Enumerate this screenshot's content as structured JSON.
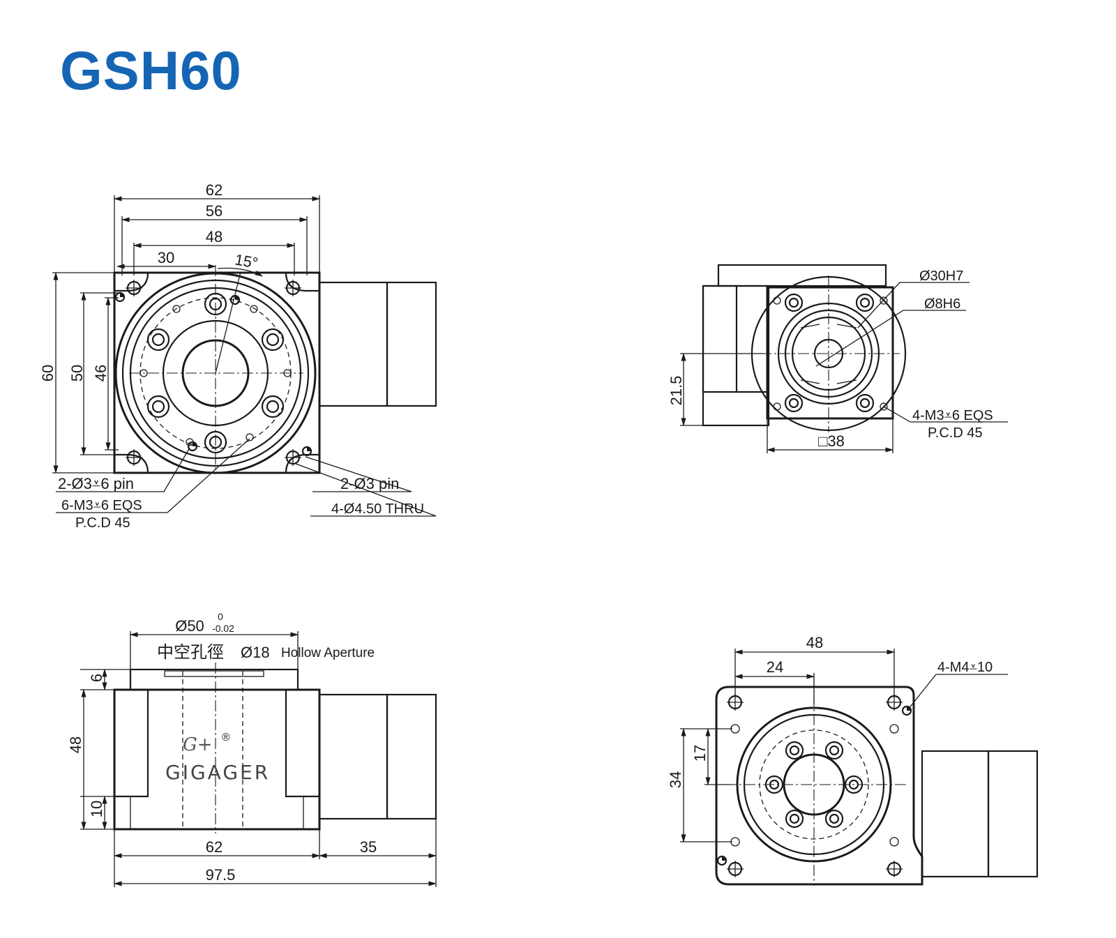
{
  "header": {
    "title": "GSH60",
    "title_color": "#1565b4"
  },
  "front_view": {
    "dims": {
      "w62": "62",
      "w56": "56",
      "w48": "48",
      "w30": "30",
      "angle": "15°",
      "h60": "60",
      "h50": "50",
      "h46": "46"
    },
    "callouts": {
      "pin_left": "2-Ø3⩡6 pin",
      "eqs": "6-M3⩡6 EQS",
      "pcd": "P.C.D 45",
      "pin_right": "2-Ø3 pin",
      "thru": "4-Ø4.50 THRU"
    }
  },
  "rear_view": {
    "dims": {
      "bore": "Ø30H7",
      "shaft": "Ø8H6",
      "h21_5": "21.5",
      "sq38": "□38"
    },
    "callouts": {
      "eqs": "4-M3⩡6 EQS",
      "pcd": "P.C.D 45"
    }
  },
  "side_view": {
    "dims": {
      "dia50": "Ø50",
      "tol_upper": "0",
      "tol_lower": "-0.02",
      "h6": "6",
      "h48": "48",
      "h10": "10",
      "w62": "62",
      "w35": "35",
      "w97_5": "97.5"
    },
    "hollow_cn": "中空孔徑",
    "hollow_dia": "Ø18",
    "hollow_en": "Hollow Aperture",
    "brand_name": "GIGAGER",
    "brand_logo": "G+",
    "registered": "®"
  },
  "bottom_view": {
    "dims": {
      "w48": "48",
      "w24": "24",
      "h17": "17",
      "h34": "34"
    },
    "callouts": {
      "thread": "4-M4⩡10"
    }
  }
}
